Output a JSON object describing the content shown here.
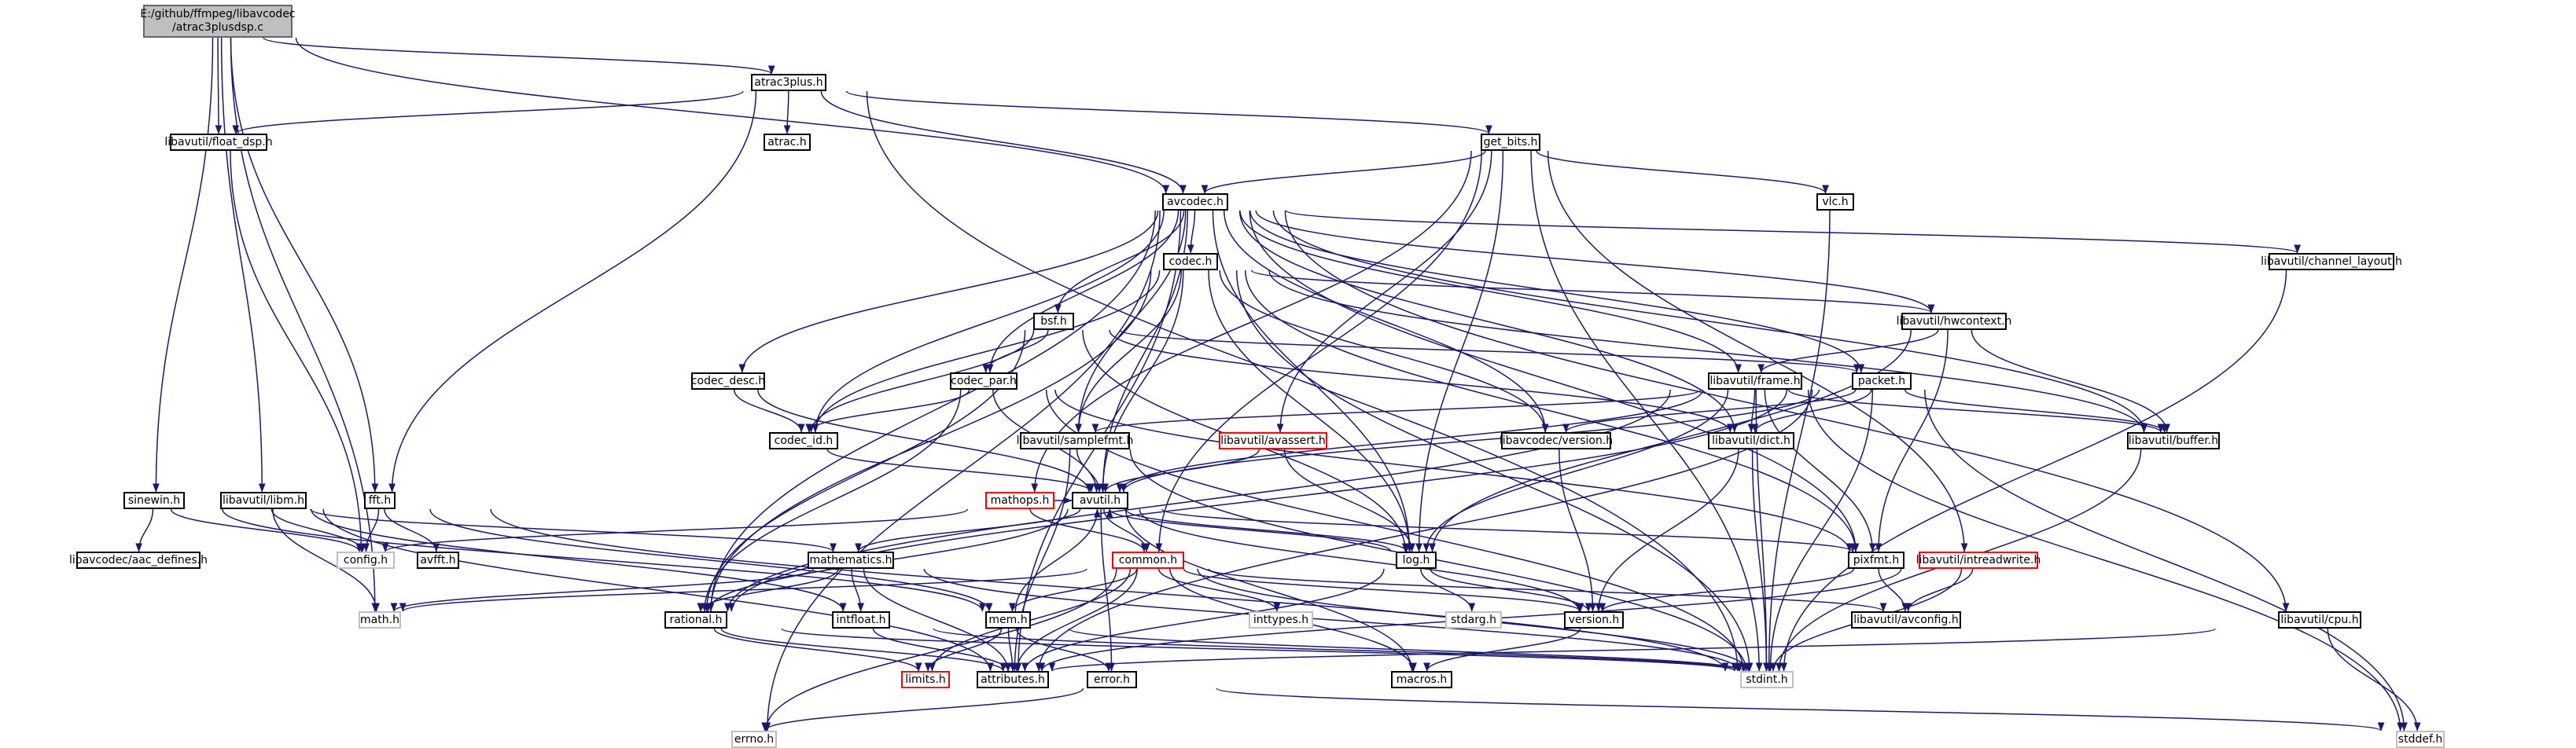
{
  "diagram": {
    "title": "E:/github/ffmpeg/libavcodec/atrac3plusdsp.c",
    "root": {
      "line1": "E:/github/ffmpeg/libavcodec",
      "line2": "/atrac3plusdsp.c"
    },
    "nodes": [
      {
        "id": "atrac3plus_h",
        "label": "atrac3plus.h",
        "style": "normal"
      },
      {
        "id": "float_dsp_h",
        "label": "libavutil/float_dsp.h",
        "style": "normal"
      },
      {
        "id": "atrac_h",
        "label": "atrac.h",
        "style": "normal"
      },
      {
        "id": "get_bits_h",
        "label": "get_bits.h",
        "style": "normal"
      },
      {
        "id": "avcodec_h",
        "label": "avcodec.h",
        "style": "normal"
      },
      {
        "id": "vlc_h",
        "label": "vlc.h",
        "style": "normal"
      },
      {
        "id": "codec_h",
        "label": "codec.h",
        "style": "normal"
      },
      {
        "id": "channel_layout_h",
        "label": "libavutil/channel_layout.h",
        "style": "normal"
      },
      {
        "id": "bsf_h",
        "label": "bsf.h",
        "style": "normal"
      },
      {
        "id": "hwcontext_h",
        "label": "libavutil/hwcontext.h",
        "style": "normal"
      },
      {
        "id": "codec_desc_h",
        "label": "codec_desc.h",
        "style": "normal"
      },
      {
        "id": "codec_par_h",
        "label": "codec_par.h",
        "style": "normal"
      },
      {
        "id": "frame_h",
        "label": "libavutil/frame.h",
        "style": "normal"
      },
      {
        "id": "packet_h",
        "label": "packet.h",
        "style": "normal"
      },
      {
        "id": "codec_id_h",
        "label": "codec_id.h",
        "style": "normal"
      },
      {
        "id": "samplefmt_h",
        "label": "libavutil/samplefmt.h",
        "style": "normal"
      },
      {
        "id": "avassert_h",
        "label": "libavutil/avassert.h",
        "style": "red"
      },
      {
        "id": "lavc_version_h",
        "label": "libavcodec/version.h",
        "style": "normal"
      },
      {
        "id": "dict_h",
        "label": "libavutil/dict.h",
        "style": "normal"
      },
      {
        "id": "buffer_h",
        "label": "libavutil/buffer.h",
        "style": "normal"
      },
      {
        "id": "sinewin_h",
        "label": "sinewin.h",
        "style": "normal"
      },
      {
        "id": "libm_h",
        "label": "libavutil/libm.h",
        "style": "normal"
      },
      {
        "id": "fft_h",
        "label": "fft.h",
        "style": "normal"
      },
      {
        "id": "mathops_h",
        "label": "mathops.h",
        "style": "red"
      },
      {
        "id": "avutil_h",
        "label": "avutil.h",
        "style": "normal"
      },
      {
        "id": "aac_defines_h",
        "label": "libavcodec/aac_defines.h",
        "style": "normal"
      },
      {
        "id": "config_h",
        "label": "config.h",
        "style": "sys"
      },
      {
        "id": "avfft_h",
        "label": "avfft.h",
        "style": "normal"
      },
      {
        "id": "mathematics_h",
        "label": "mathematics.h",
        "style": "normal"
      },
      {
        "id": "common_h",
        "label": "common.h",
        "style": "red"
      },
      {
        "id": "log_h",
        "label": "log.h",
        "style": "normal"
      },
      {
        "id": "pixfmt_h",
        "label": "pixfmt.h",
        "style": "normal"
      },
      {
        "id": "intreadwrite_h",
        "label": "libavutil/intreadwrite.h",
        "style": "red"
      },
      {
        "id": "math_h",
        "label": "math.h",
        "style": "sys"
      },
      {
        "id": "rational_h",
        "label": "rational.h",
        "style": "normal"
      },
      {
        "id": "intfloat_h",
        "label": "intfloat.h",
        "style": "normal"
      },
      {
        "id": "mem_h",
        "label": "mem.h",
        "style": "normal"
      },
      {
        "id": "inttypes_h",
        "label": "inttypes.h",
        "style": "sys"
      },
      {
        "id": "stdarg_h",
        "label": "stdarg.h",
        "style": "sys"
      },
      {
        "id": "version_h",
        "label": "version.h",
        "style": "normal"
      },
      {
        "id": "avconfig_h",
        "label": "libavutil/avconfig.h",
        "style": "normal"
      },
      {
        "id": "cpu_h",
        "label": "libavutil/cpu.h",
        "style": "normal"
      },
      {
        "id": "limits_h",
        "label": "limits.h",
        "style": "red"
      },
      {
        "id": "attributes_h",
        "label": "attributes.h",
        "style": "normal"
      },
      {
        "id": "error_h",
        "label": "error.h",
        "style": "normal"
      },
      {
        "id": "macros_h",
        "label": "macros.h",
        "style": "normal"
      },
      {
        "id": "stdint_h",
        "label": "stdint.h",
        "style": "sys"
      },
      {
        "id": "errno_h",
        "label": "errno.h",
        "style": "sys"
      },
      {
        "id": "stddef_h",
        "label": "stddef.h",
        "style": "sys"
      }
    ],
    "edges": [
      [
        "root",
        "atrac3plus_h"
      ],
      [
        "root",
        "float_dsp_h"
      ],
      [
        "root",
        "avcodec_h"
      ],
      [
        "root",
        "sinewin_h"
      ],
      [
        "root",
        "libm_h"
      ],
      [
        "root",
        "fft_h"
      ],
      [
        "root",
        "math_h"
      ],
      [
        "atrac3plus_h",
        "atrac_h"
      ],
      [
        "atrac3plus_h",
        "float_dsp_h"
      ],
      [
        "atrac3plus_h",
        "get_bits_h"
      ],
      [
        "atrac3plus_h",
        "avcodec_h"
      ],
      [
        "atrac3plus_h",
        "fft_h"
      ],
      [
        "atrac3plus_h",
        "stdint_h"
      ],
      [
        "float_dsp_h",
        "config_h"
      ],
      [
        "get_bits_h",
        "avcodec_h"
      ],
      [
        "get_bits_h",
        "vlc_h"
      ],
      [
        "get_bits_h",
        "avassert_h"
      ],
      [
        "get_bits_h",
        "mathops_h"
      ],
      [
        "get_bits_h",
        "common_h"
      ],
      [
        "get_bits_h",
        "log_h"
      ],
      [
        "get_bits_h",
        "intreadwrite_h"
      ],
      [
        "get_bits_h",
        "stdint_h"
      ],
      [
        "vlc_h",
        "stdint_h"
      ],
      [
        "avcodec_h",
        "codec_h"
      ],
      [
        "avcodec_h",
        "channel_layout_h"
      ],
      [
        "avcodec_h",
        "bsf_h"
      ],
      [
        "avcodec_h",
        "hwcontext_h"
      ],
      [
        "avcodec_h",
        "codec_desc_h"
      ],
      [
        "avcodec_h",
        "codec_par_h"
      ],
      [
        "avcodec_h",
        "frame_h"
      ],
      [
        "avcodec_h",
        "packet_h"
      ],
      [
        "avcodec_h",
        "codec_id_h"
      ],
      [
        "avcodec_h",
        "samplefmt_h"
      ],
      [
        "avcodec_h",
        "lavc_version_h"
      ],
      [
        "avcodec_h",
        "dict_h"
      ],
      [
        "avcodec_h",
        "buffer_h"
      ],
      [
        "avcodec_h",
        "avutil_h"
      ],
      [
        "avcodec_h",
        "log_h"
      ],
      [
        "avcodec_h",
        "pixfmt_h"
      ],
      [
        "avcodec_h",
        "rational_h"
      ],
      [
        "avcodec_h",
        "attributes_h"
      ],
      [
        "avcodec_h",
        "errno_h"
      ],
      [
        "avcodec_h",
        "cpu_h"
      ],
      [
        "codec_h",
        "hwcontext_h"
      ],
      [
        "codec_h",
        "codec_id_h"
      ],
      [
        "codec_h",
        "samplefmt_h"
      ],
      [
        "codec_h",
        "avutil_h"
      ],
      [
        "codec_h",
        "log_h"
      ],
      [
        "codec_h",
        "pixfmt_h"
      ],
      [
        "codec_h",
        "rational_h"
      ],
      [
        "codec_h",
        "lavc_version_h"
      ],
      [
        "codec_h",
        "buffer_h"
      ],
      [
        "codec_h",
        "stdint_h"
      ],
      [
        "channel_layout_h",
        "stdint_h"
      ],
      [
        "bsf_h",
        "codec_id_h"
      ],
      [
        "bsf_h",
        "codec_par_h"
      ],
      [
        "bsf_h",
        "packet_h"
      ],
      [
        "bsf_h",
        "dict_h"
      ],
      [
        "bsf_h",
        "log_h"
      ],
      [
        "bsf_h",
        "rational_h"
      ],
      [
        "hwcontext_h",
        "frame_h"
      ],
      [
        "hwcontext_h",
        "buffer_h"
      ],
      [
        "hwcontext_h",
        "log_h"
      ],
      [
        "hwcontext_h",
        "pixfmt_h"
      ],
      [
        "codec_desc_h",
        "codec_id_h"
      ],
      [
        "codec_desc_h",
        "avutil_h"
      ],
      [
        "codec_par_h",
        "codec_id_h"
      ],
      [
        "codec_par_h",
        "avutil_h"
      ],
      [
        "codec_par_h",
        "rational_h"
      ],
      [
        "codec_par_h",
        "pixfmt_h"
      ],
      [
        "codec_par_h",
        "stdint_h"
      ],
      [
        "frame_h",
        "avutil_h"
      ],
      [
        "frame_h",
        "dict_h"
      ],
      [
        "frame_h",
        "buffer_h"
      ],
      [
        "frame_h",
        "samplefmt_h"
      ],
      [
        "frame_h",
        "pixfmt_h"
      ],
      [
        "frame_h",
        "log_h"
      ],
      [
        "frame_h",
        "rational_h"
      ],
      [
        "frame_h",
        "stdint_h"
      ],
      [
        "frame_h",
        "stddef_h"
      ],
      [
        "packet_h",
        "avutil_h"
      ],
      [
        "packet_h",
        "lavc_version_h"
      ],
      [
        "packet_h",
        "dict_h"
      ],
      [
        "packet_h",
        "buffer_h"
      ],
      [
        "packet_h",
        "attributes_h"
      ],
      [
        "packet_h",
        "rational_h"
      ],
      [
        "packet_h",
        "stdint_h"
      ],
      [
        "packet_h",
        "stddef_h"
      ],
      [
        "codec_id_h",
        "avutil_h"
      ],
      [
        "samplefmt_h",
        "avutil_h"
      ],
      [
        "samplefmt_h",
        "attributes_h"
      ],
      [
        "samplefmt_h",
        "stdint_h"
      ],
      [
        "avassert_h",
        "avutil_h"
      ],
      [
        "avassert_h",
        "log_h"
      ],
      [
        "lavc_version_h",
        "version_h"
      ],
      [
        "dict_h",
        "version_h"
      ],
      [
        "dict_h",
        "stdint_h"
      ],
      [
        "buffer_h",
        "stdint_h"
      ],
      [
        "sinewin_h",
        "config_h"
      ],
      [
        "sinewin_h",
        "mem_h"
      ],
      [
        "sinewin_h",
        "aac_defines_h"
      ],
      [
        "libm_h",
        "config_h"
      ],
      [
        "libm_h",
        "math_h"
      ],
      [
        "libm_h",
        "attributes_h"
      ],
      [
        "libm_h",
        "intfloat_h"
      ],
      [
        "libm_h",
        "mathematics_h"
      ],
      [
        "fft_h",
        "config_h"
      ],
      [
        "fft_h",
        "avfft_h"
      ],
      [
        "fft_h",
        "mem_h"
      ],
      [
        "fft_h",
        "stdint_h"
      ],
      [
        "mathops_h",
        "config_h"
      ],
      [
        "mathops_h",
        "common_h"
      ],
      [
        "mathops_h",
        "avutil_h"
      ],
      [
        "avutil_h",
        "common_h"
      ],
      [
        "avutil_h",
        "error_h"
      ],
      [
        "avutil_h",
        "rational_h"
      ],
      [
        "avutil_h",
        "version_h"
      ],
      [
        "avutil_h",
        "macros_h"
      ],
      [
        "avutil_h",
        "mathematics_h"
      ],
      [
        "avutil_h",
        "log_h"
      ],
      [
        "avutil_h",
        "pixfmt_h"
      ],
      [
        "mathematics_h",
        "math_h"
      ],
      [
        "mathematics_h",
        "attributes_h"
      ],
      [
        "mathematics_h",
        "rational_h"
      ],
      [
        "mathematics_h",
        "intfloat_h"
      ],
      [
        "mathematics_h",
        "stdint_h"
      ],
      [
        "common_h",
        "errno_h"
      ],
      [
        "common_h",
        "inttypes_h"
      ],
      [
        "common_h",
        "limits_h"
      ],
      [
        "common_h",
        "math_h"
      ],
      [
        "common_h",
        "attributes_h"
      ],
      [
        "common_h",
        "macros_h"
      ],
      [
        "common_h",
        "version_h"
      ],
      [
        "common_h",
        "avconfig_h"
      ],
      [
        "common_h",
        "mem_h"
      ],
      [
        "common_h",
        "stdint_h"
      ],
      [
        "log_h",
        "stdarg_h"
      ],
      [
        "log_h",
        "attributes_h"
      ],
      [
        "log_h",
        "version_h"
      ],
      [
        "log_h",
        "avutil_h"
      ],
      [
        "pixfmt_h",
        "version_h"
      ],
      [
        "pixfmt_h",
        "avconfig_h"
      ],
      [
        "intreadwrite_h",
        "avconfig_h"
      ],
      [
        "intreadwrite_h",
        "attributes_h"
      ],
      [
        "intreadwrite_h",
        "stdint_h"
      ],
      [
        "rational_h",
        "attributes_h"
      ],
      [
        "rational_h",
        "limits_h"
      ],
      [
        "rational_h",
        "stdint_h"
      ],
      [
        "intfloat_h",
        "attributes_h"
      ],
      [
        "intfloat_h",
        "stdint_h"
      ],
      [
        "mem_h",
        "attributes_h"
      ],
      [
        "mem_h",
        "error_h"
      ],
      [
        "mem_h",
        "avutil_h"
      ],
      [
        "mem_h",
        "limits_h"
      ],
      [
        "mem_h",
        "stdint_h"
      ],
      [
        "version_h",
        "macros_h"
      ],
      [
        "cpu_h",
        "attributes_h"
      ],
      [
        "cpu_h",
        "stddef_h"
      ],
      [
        "error_h",
        "errno_h"
      ],
      [
        "error_h",
        "stddef_h"
      ]
    ]
  }
}
